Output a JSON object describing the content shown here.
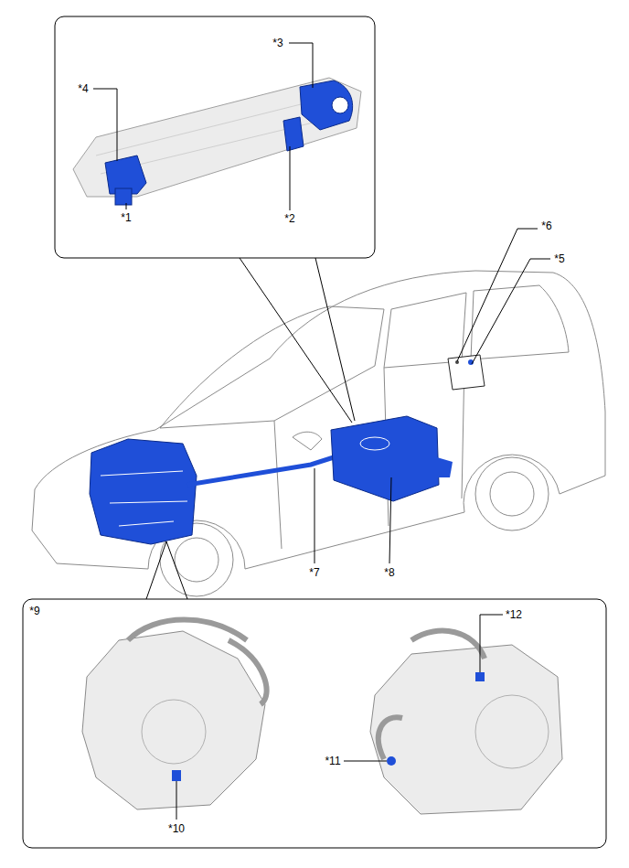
{
  "diagram": {
    "labels": [
      "*1",
      "*2",
      "*3",
      "*4",
      "*5",
      "*6",
      "*7",
      "*8",
      "*9",
      "*10",
      "*11",
      "*12"
    ]
  }
}
